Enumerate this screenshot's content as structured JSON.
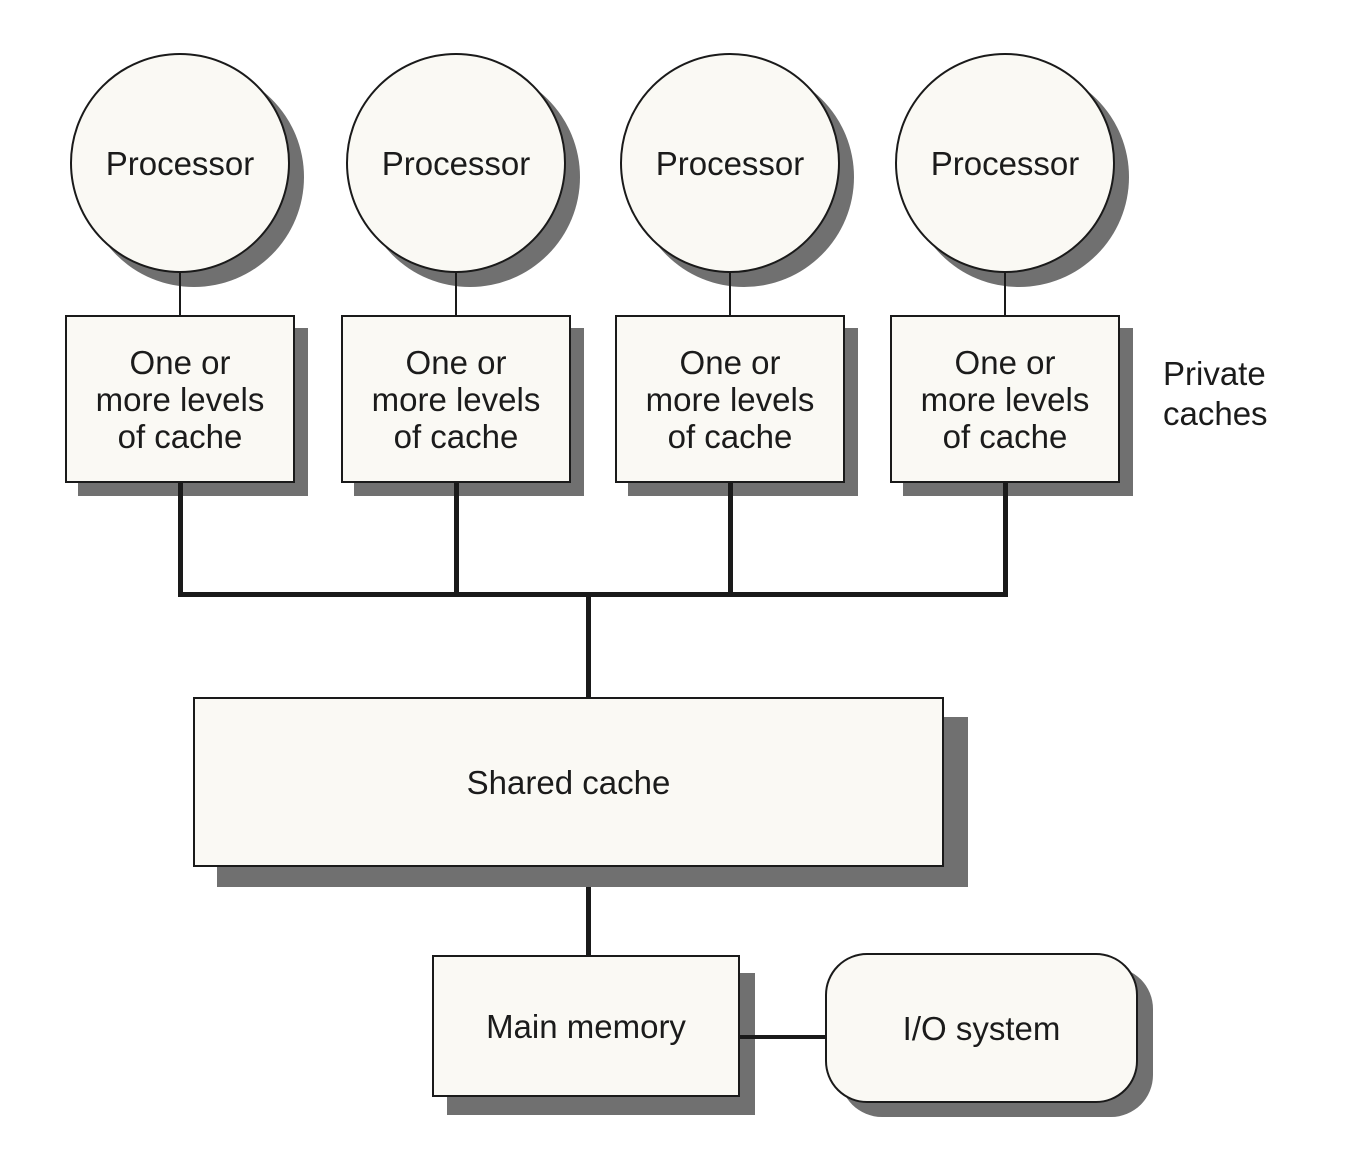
{
  "diagram": {
    "processors": [
      {
        "label": "Processor"
      },
      {
        "label": "Processor"
      },
      {
        "label": "Processor"
      },
      {
        "label": "Processor"
      }
    ],
    "private_cache_boxes": [
      {
        "label": "One or\nmore levels\nof cache"
      },
      {
        "label": "One or\nmore levels\nof cache"
      },
      {
        "label": "One or\nmore levels\nof cache"
      },
      {
        "label": "One or\nmore levels\nof cache"
      }
    ],
    "side_annotation": "Private\ncaches",
    "shared_cache_label": "Shared cache",
    "main_memory_label": "Main memory",
    "io_system_label": "I/O system"
  },
  "colors": {
    "background": "#ffffff",
    "shape_fill": "#faf9f4",
    "line": "#1a1a1a",
    "shadow": "#707070",
    "text": "#1b1b1b"
  }
}
